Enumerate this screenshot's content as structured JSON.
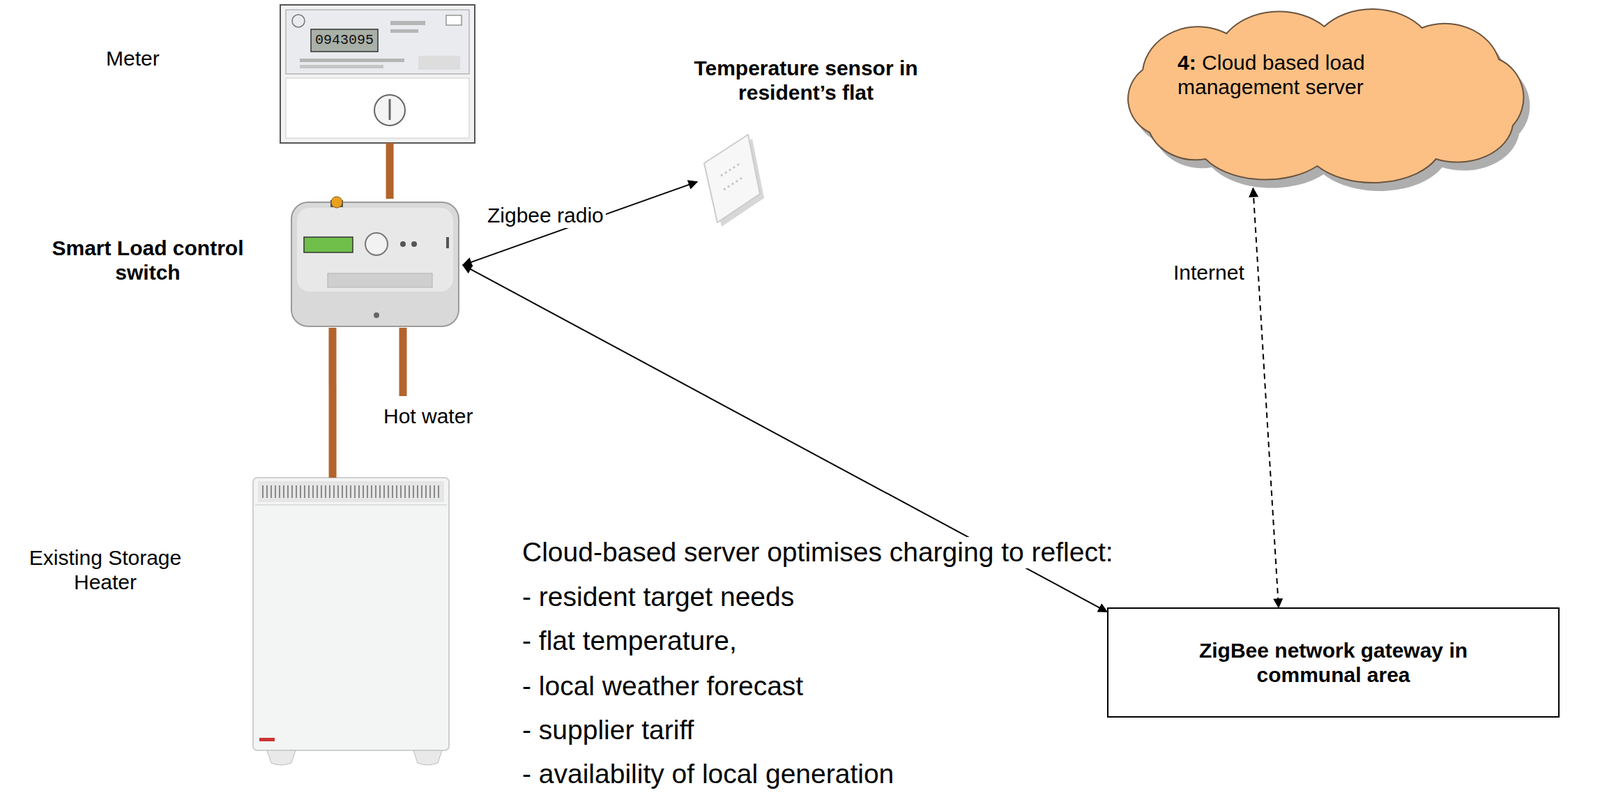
{
  "diagram": {
    "nodes": [
      {
        "text": [
          "Meter"
        ]
      },
      {
        "text": [
          "Temperature sensor in resident’s flat"
        ]
      },
      {
        "text": [
          "4:",
          "Cloud based load management server"
        ]
      },
      {
        "text": [
          "Smart Load control switch"
        ]
      },
      {
        "text": [
          "Existing Storage Heater"
        ]
      },
      {
        "text": [
          "ZigBee network gateway in communal area"
        ]
      }
    ],
    "edges": [
      {
        "from": 0,
        "to": 3,
        "arrow": "none"
      },
      {
        "from": 3,
        "to": 1,
        "label": "Zigbee radio",
        "arrow": "both"
      },
      {
        "from": 3,
        "to": 5,
        "arrow": "both"
      },
      {
        "from": 2,
        "to": 5,
        "label": "Internet",
        "arrow": "both"
      },
      {
        "from": 3,
        "to": 4,
        "arrow": "none"
      }
    ],
    "labels": [
      "0943095",
      "Hot water",
      "Cloud-based server optimises charging to reflect:",
      "- resident target needs",
      "- flat temperature,",
      "- local weather forecast",
      "- supplier tariff",
      "- availability of local generation"
    ]
  }
}
